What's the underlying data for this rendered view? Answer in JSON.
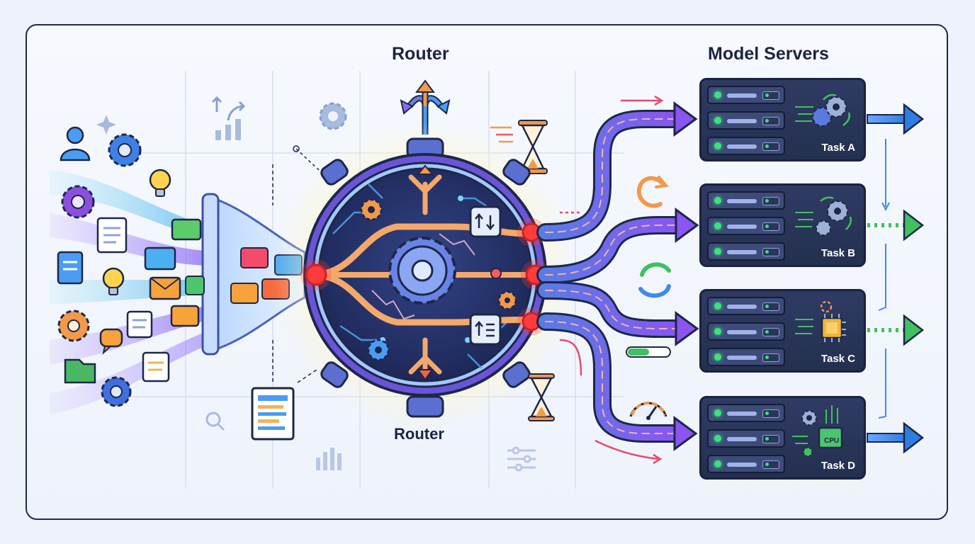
{
  "titles": {
    "router_top": "Router",
    "model_servers": "Model Servers",
    "router_bottom": "Router"
  },
  "servers": [
    {
      "task": "Task A"
    },
    {
      "task": "Task B"
    },
    {
      "task": "Task C",
      "chip_label": ""
    },
    {
      "task": "Task D",
      "chip_label": "CPU"
    }
  ],
  "colors": {
    "background": "#eef3fb",
    "frame": "#1f2a44",
    "router_core": "#27346a",
    "router_rim": "#5b4fd3",
    "arrow_purple": "#7b5cf0",
    "arrow_blue": "#3d8bea",
    "arrow_green": "#3fc15f",
    "arrow_orange": "#f2994a",
    "hot_node": "#ff3b3b",
    "server_body": "#2b3758",
    "led": "#39e27a"
  },
  "icons": [
    "user-icon",
    "gear-icon",
    "lightbulb-icon",
    "document-icon",
    "email-icon",
    "chat-icon",
    "folder-icon",
    "hourglass-icon",
    "refresh-icon",
    "gauge-icon",
    "cpu-icon",
    "search-icon",
    "sort-icon",
    "sliders-icon",
    "split-arrow-icon"
  ]
}
